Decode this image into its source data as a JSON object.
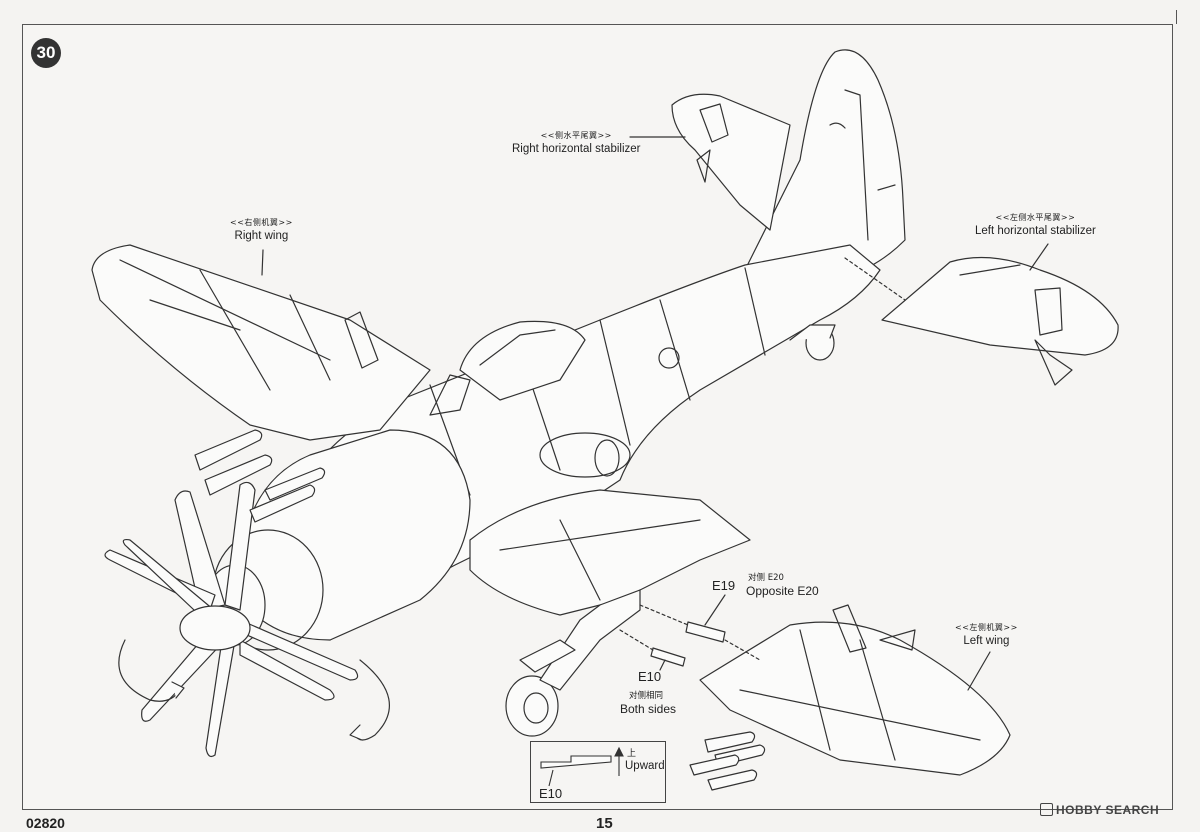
{
  "step_number": "30",
  "labels": {
    "right_h_stab": {
      "cn": "<<侧水平尾翼>>",
      "en": "Right horizontal stabilizer"
    },
    "right_wing": {
      "cn": "<<右侧机翼>>",
      "en": "Right wing"
    },
    "left_h_stab": {
      "cn": "<<左侧水平尾翼>>",
      "en": "Left horizontal stabilizer"
    },
    "left_wing": {
      "cn": "<<左侧机翼>>",
      "en": "Left wing"
    }
  },
  "parts": {
    "e19": "E19",
    "e20_cn": "对侧 E20",
    "e20_en": "Opposite E20",
    "e10": "E10",
    "both_cn": "对侧相同",
    "both_en": "Both sides"
  },
  "inset": {
    "part": "E10",
    "up_cn": "上",
    "up_en": "Upward"
  },
  "footer": {
    "code": "02820",
    "page": "15"
  },
  "watermark": "HOBBY SEARCH"
}
